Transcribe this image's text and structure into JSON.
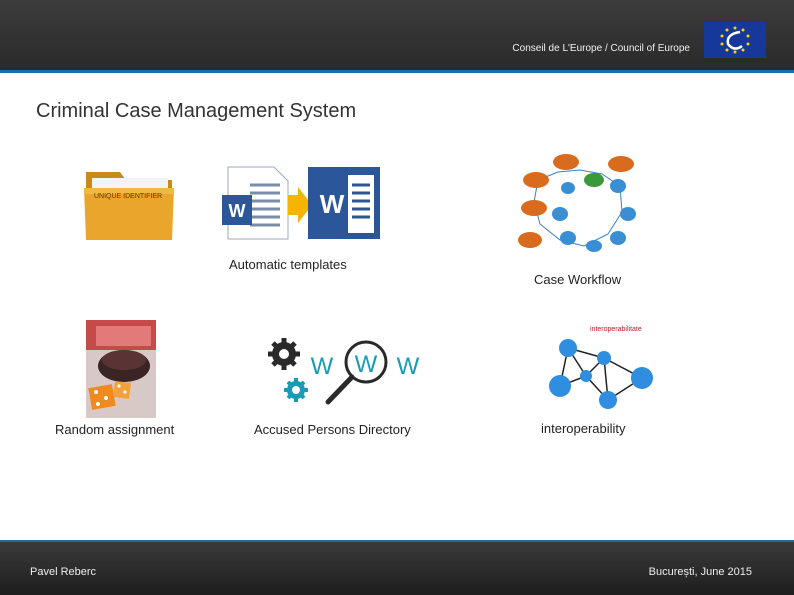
{
  "header": {
    "organization": "Conseil de L'Europe / Council of Europe",
    "logo_name": "council-of-europe-logo"
  },
  "slide": {
    "title": "Criminal Case Management System"
  },
  "features": {
    "folder_label": "UNIQUE IDENTIFIER",
    "templates": "Automatic templates",
    "workflow": "Case Workflow",
    "random": "Random assignment",
    "directory": "Accused Persons Directory",
    "interop_image_label": "interoperabilitate",
    "interop": "interoperability"
  },
  "footer": {
    "author": "Pavel Reberc",
    "place_date": "București, June 2015"
  },
  "colors": {
    "header_bg": "#2f2f2f",
    "accent": "#1b6e9e",
    "word_blue": "#2b579a",
    "node_blue": "#2f8ee0",
    "workflow_orange": "#d96b1e",
    "gear_teal": "#1a9bb5"
  }
}
